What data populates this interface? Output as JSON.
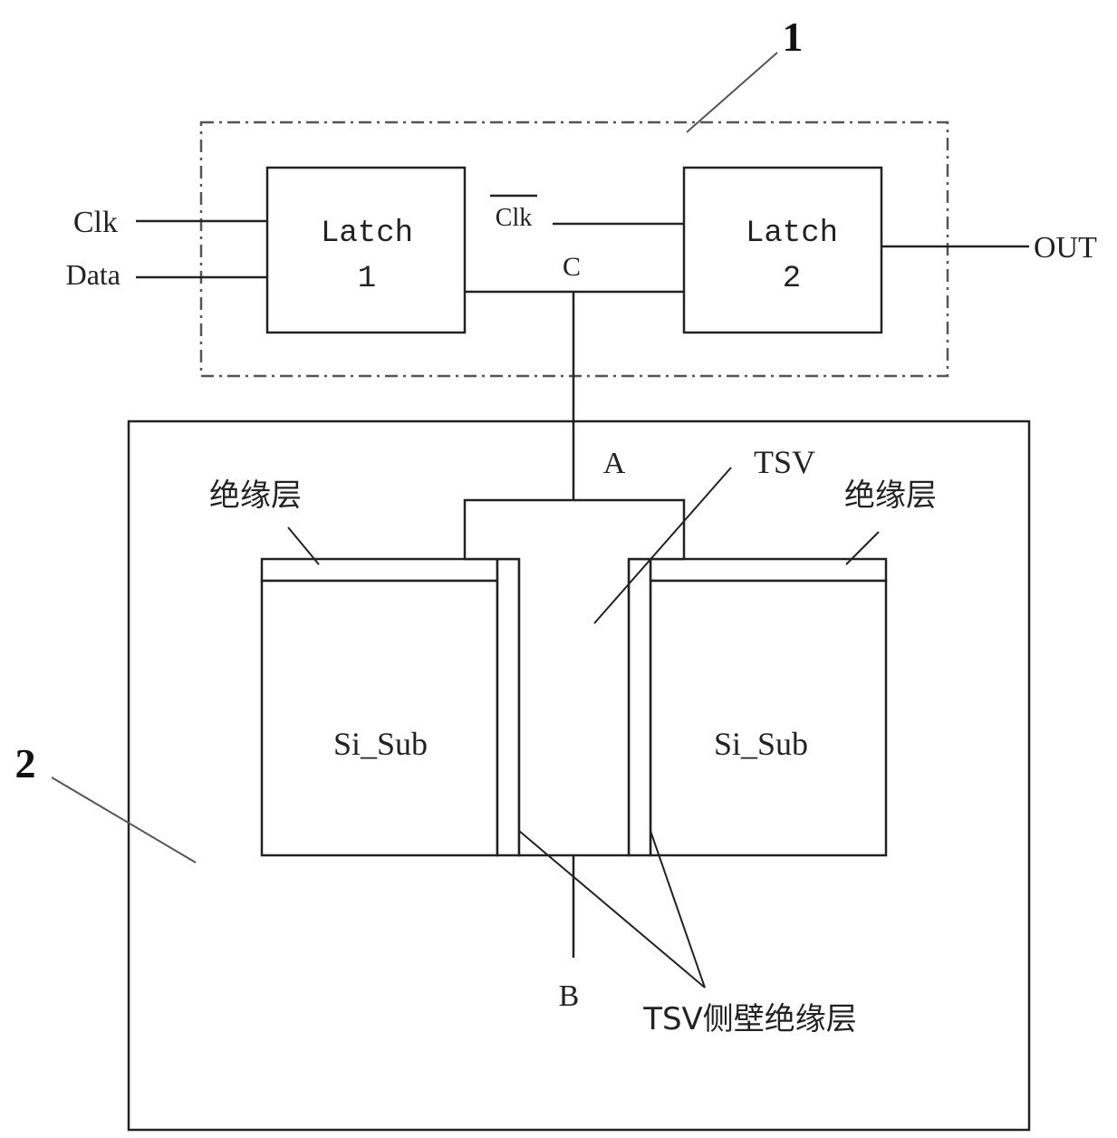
{
  "callouts": {
    "part1": "1",
    "part2": "2"
  },
  "flipflop": {
    "latch1": {
      "line1": "Latch",
      "line2": "1"
    },
    "latch2": {
      "line1": "Latch",
      "line2": "2"
    },
    "inputs": {
      "clk": "Clk",
      "data": "Data"
    },
    "clk_bar": "Clk",
    "node_c": "C",
    "output": "OUT"
  },
  "tsv_structure": {
    "node_a": "A",
    "node_b": "B",
    "tsv_label": "TSV",
    "insulation_left": "绝缘层",
    "insulation_right": "绝缘层",
    "substrate_left": "Si_Sub",
    "substrate_right": "Si_Sub",
    "sidewall_label": "TSV侧壁绝缘层"
  },
  "colors": {
    "line": "#222222",
    "boundary_dashed": "#555555",
    "background": "#ffffff"
  }
}
